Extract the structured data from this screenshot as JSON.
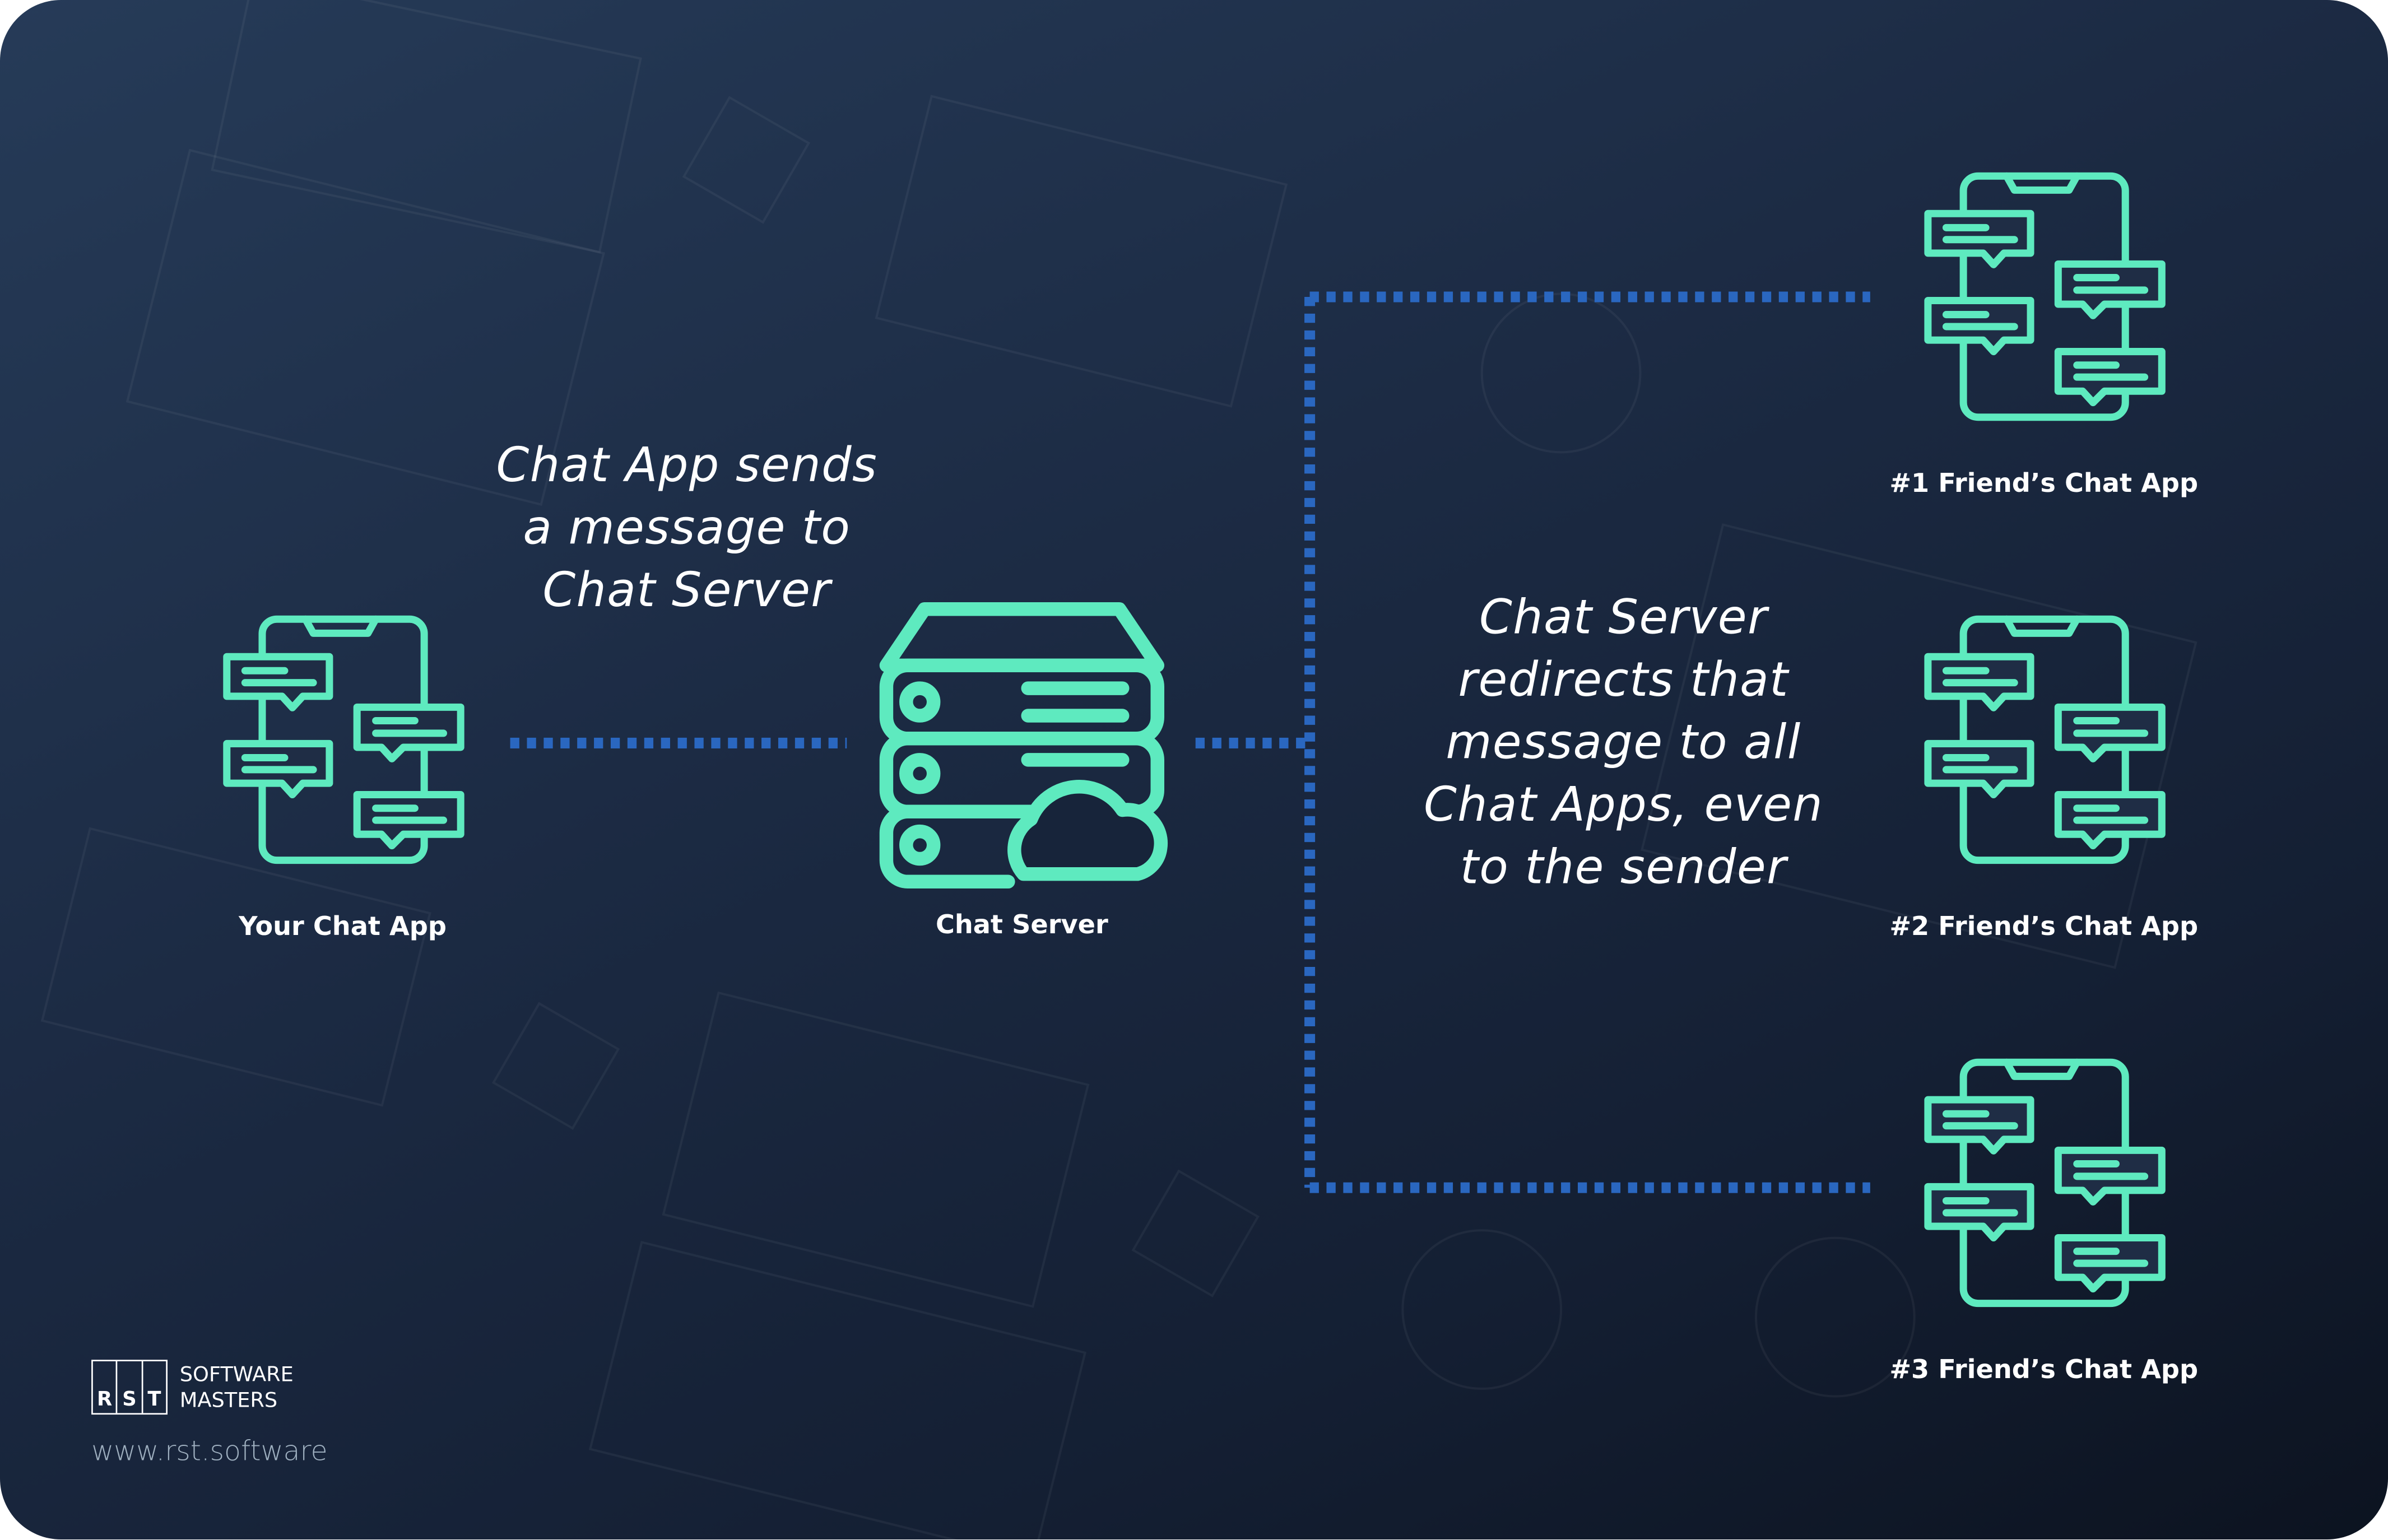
{
  "colors": {
    "icon": "#5eeabf",
    "connector": "#2a67c0",
    "text": "#ffffff"
  },
  "nodes": {
    "your_app": "Your Chat App",
    "server": "Chat Server",
    "friend1": "#1 Friend’s Chat App",
    "friend2": "#2 Friend’s Chat App",
    "friend3": "#3 Friend’s Chat App"
  },
  "captions": {
    "send": [
      "Chat App sends",
      "a message to",
      "Chat Server"
    ],
    "redirect": [
      "Chat Server",
      "redirects that",
      "message to all",
      "Chat Apps, even",
      "to the sender"
    ]
  },
  "logo": {
    "letters": [
      "R",
      "S",
      "T"
    ],
    "line1": "SOFTWARE",
    "line2": "MASTERS",
    "url": "www.rst.software"
  }
}
